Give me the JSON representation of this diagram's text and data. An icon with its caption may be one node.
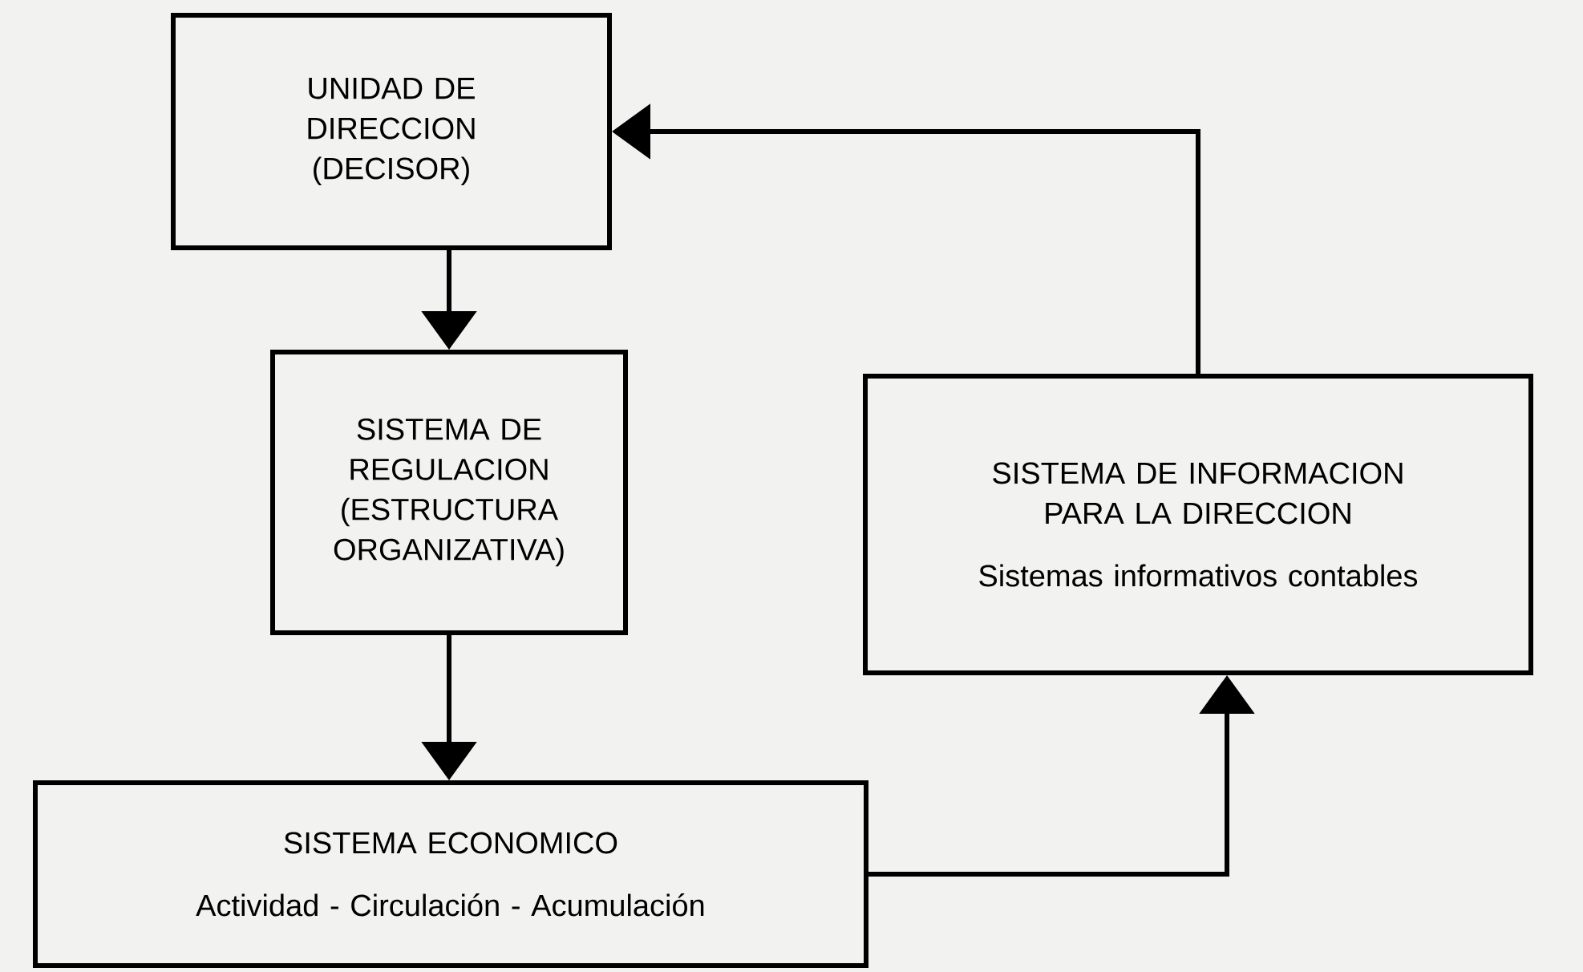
{
  "diagram": {
    "nodes": [
      {
        "text": [
          "UNIDAD DE DIRECCION (DECISOR)"
        ]
      },
      {
        "text": [
          "SISTEMA DE REGULACION (ESTRUCTURA ORGANIZATIVA)"
        ]
      },
      {
        "text": [
          "SISTEMA DE INFORMACION PARA LA DIRECCION",
          "Sistemas informativos contables"
        ]
      },
      {
        "text": [
          "SISTEMA ECONOMICO",
          "Actividad - Circulación - Acumulación"
        ]
      }
    ],
    "edges": [
      {
        "from": 0,
        "to": 1,
        "arrow": "to"
      },
      {
        "from": 1,
        "to": 3,
        "arrow": "to"
      },
      {
        "from": 3,
        "to": 2,
        "arrow": "to"
      },
      {
        "from": 2,
        "to": 0,
        "arrow": "to"
      }
    ]
  }
}
